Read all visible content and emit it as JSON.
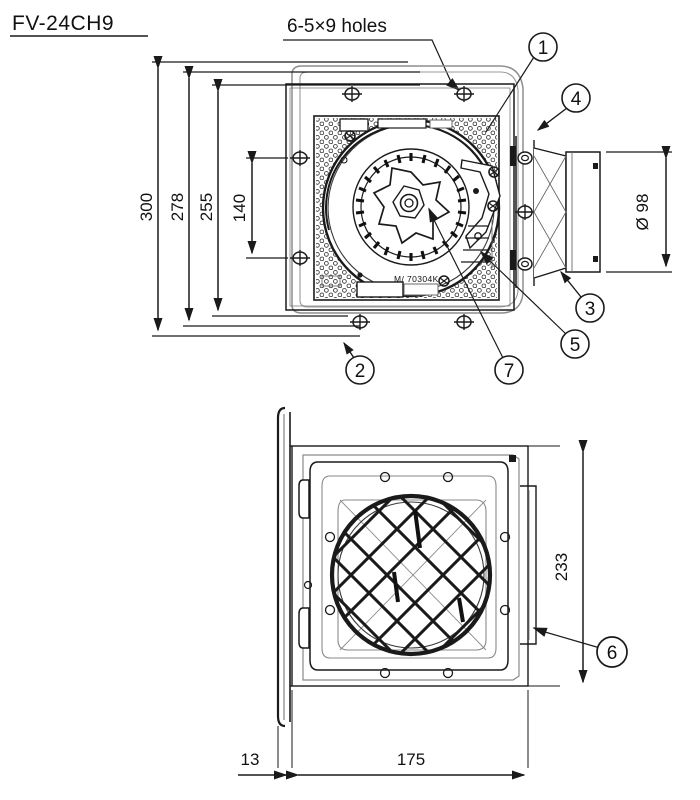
{
  "drawing": {
    "model_title": "FV-24CH9",
    "note_holes": "6-5×9 holes",
    "views": {
      "top": "front-face-view",
      "bottom": "side-section-view"
    }
  },
  "dimensions": {
    "front": [
      {
        "id": "d300",
        "value": "300",
        "orientation": "vertical"
      },
      {
        "id": "d278",
        "value": "278",
        "orientation": "vertical"
      },
      {
        "id": "d255",
        "value": "255",
        "orientation": "vertical"
      },
      {
        "id": "d140",
        "value": "140",
        "orientation": "vertical"
      },
      {
        "id": "d98",
        "value": "Ø 98",
        "orientation": "vertical"
      }
    ],
    "side": [
      {
        "id": "d233",
        "value": "233",
        "orientation": "vertical"
      },
      {
        "id": "d13",
        "value": "13",
        "orientation": "horizontal"
      },
      {
        "id": "d175",
        "value": "175",
        "orientation": "horizontal"
      }
    ]
  },
  "balloons": [
    {
      "id": "b1",
      "label": "1",
      "view": "front"
    },
    {
      "id": "b2",
      "label": "2",
      "view": "front"
    },
    {
      "id": "b3",
      "label": "3",
      "view": "front"
    },
    {
      "id": "b4",
      "label": "4",
      "view": "front"
    },
    {
      "id": "b5",
      "label": "5",
      "view": "front"
    },
    {
      "id": "b6",
      "label": "6",
      "view": "side"
    },
    {
      "id": "b7",
      "label": "7",
      "view": "front"
    }
  ],
  "colors": {
    "line": "#1a1a1a",
    "thin": "#555555",
    "background": "#ffffff"
  }
}
